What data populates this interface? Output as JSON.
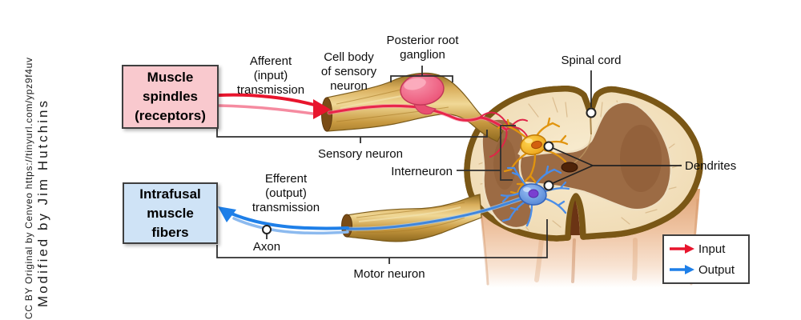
{
  "credit": {
    "line1": "CC BY Original by Cenveo https://tinyurl.com/ypz9f4uv",
    "line2": "Modified by Jim Hutchins"
  },
  "boxes": {
    "receptor": "Muscle\nspindles\n(receptors)",
    "effector": "Intrafusal\nmuscle\nfibers"
  },
  "labels": {
    "afferent": "Afferent\n(input)\ntransmission",
    "cell_body": "Cell body\nof sensory\nneuron",
    "ganglion": "Posterior root\nganglion",
    "spinal_cord": "Spinal cord",
    "sensory_neuron": "Sensory neuron",
    "interneuron": "Interneuron",
    "dendrites": "Dendrites",
    "efferent": "Efferent\n(output)\ntransmission",
    "axon": "Axon",
    "motor_neuron": "Motor neuron"
  },
  "legend": {
    "items": [
      {
        "label": "Input",
        "color": "#e8152d"
      },
      {
        "label": "Output",
        "color": "#1e7fe8"
      }
    ]
  },
  "colors": {
    "receptor_box_fill": "#f9c9ce",
    "effector_box_fill": "#cfe3f6",
    "input_arrow": "#e8152d",
    "output_arrow": "#1e7fe8",
    "nerve_tan": "#c89940",
    "gray_matter": "#9c6b44",
    "white_matter": "#f3e2c0"
  }
}
